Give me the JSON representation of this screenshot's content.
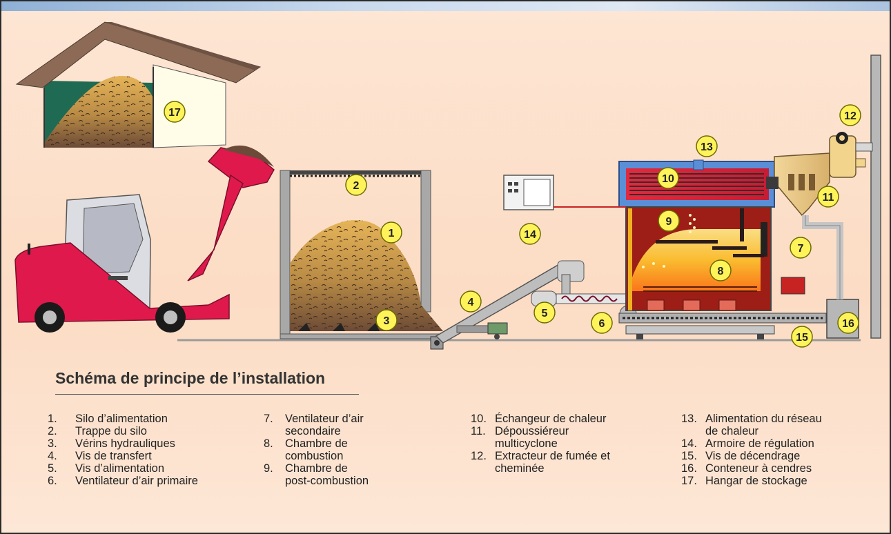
{
  "title": "Schéma de principe de l’installation",
  "legend": [
    [
      {
        "num": "1.",
        "text": [
          "Silo d’alimentation"
        ]
      },
      {
        "num": "2.",
        "text": [
          "Trappe du silo"
        ]
      },
      {
        "num": "3.",
        "text": [
          "Vérins hydrauliques"
        ]
      },
      {
        "num": "4.",
        "text": [
          "Vis de transfert"
        ]
      },
      {
        "num": "5.",
        "text": [
          "Vis d’alimentation"
        ]
      },
      {
        "num": "6.",
        "text": [
          "Ventilateur d’air primaire"
        ]
      }
    ],
    [
      {
        "num": "7.",
        "text": [
          "Ventilateur d’air",
          "secondaire"
        ]
      },
      {
        "num": "8.",
        "text": [
          "Chambre de",
          "combustion"
        ]
      },
      {
        "num": "9.",
        "text": [
          "Chambre de",
          "post-combustion"
        ]
      }
    ],
    [
      {
        "num": "10.",
        "text": [
          "Échangeur de chaleur"
        ]
      },
      {
        "num": "11.",
        "text": [
          "Dépoussiéreur",
          "multicyclone"
        ]
      },
      {
        "num": "12.",
        "text": [
          "Extracteur de fumée et",
          "cheminée"
        ]
      }
    ],
    [
      {
        "num": "13.",
        "text": [
          "Alimentation du réseau",
          "de chaleur"
        ]
      },
      {
        "num": "14.",
        "text": [
          "Armoire de régulation"
        ]
      },
      {
        "num": "15.",
        "text": [
          "Vis de décendrage"
        ]
      },
      {
        "num": "16.",
        "text": [
          "Conteneur à cendres"
        ]
      },
      {
        "num": "17.",
        "text": [
          "Hangar de stockage"
        ]
      }
    ]
  ],
  "callouts": [
    "1",
    "2",
    "3",
    "4",
    "5",
    "6",
    "7",
    "8",
    "9",
    "10",
    "11",
    "12",
    "13",
    "14",
    "15",
    "16",
    "17"
  ],
  "colors": {
    "background": "#fcdcc4",
    "callout_fill": "#fff35a",
    "loader_body": "#e0194d",
    "boiler_body": "#9c1e16",
    "heat_exchanger": "#d9364a",
    "woodchips": "#c8943c",
    "roof": "#8c6a55",
    "metal": "#a8a8a8"
  }
}
